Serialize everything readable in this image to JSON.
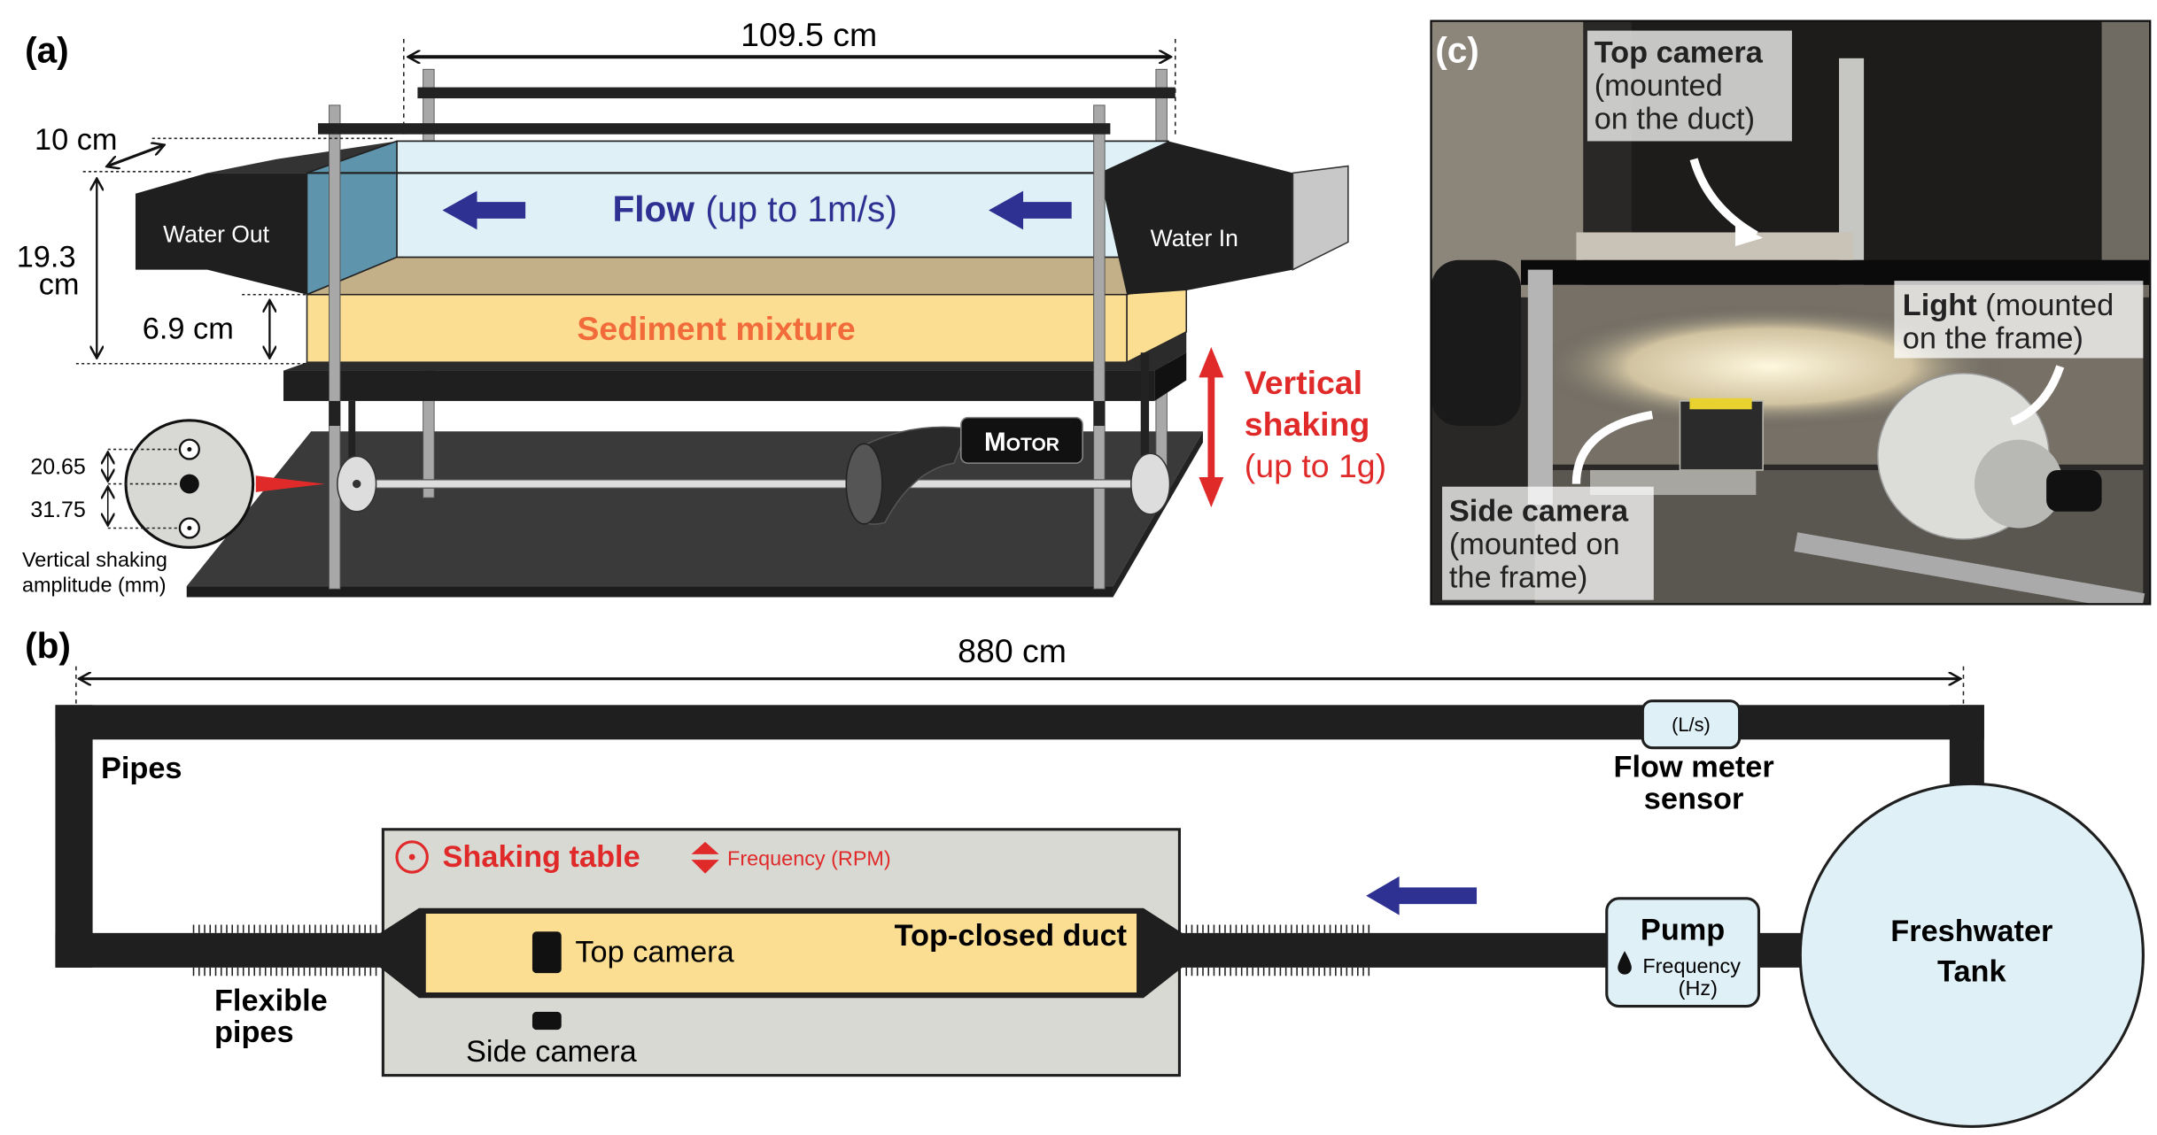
{
  "panel_a": {
    "label": "(a)",
    "length": "109.5 cm",
    "width": "10 cm",
    "height_line1": "19.3",
    "height_line2": "cm",
    "sediment_depth": "6.9 cm",
    "water_out": "Water Out",
    "water_in": "Water In",
    "flow_bold": "Flow",
    "flow_detail": "(up to 1m/s)",
    "sediment": "Sediment mixture",
    "motor": "Motor",
    "shaking_line1": "Vertical",
    "shaking_line2": "shaking",
    "shaking_line3": "(up to 1g)",
    "amp_1": "20.65",
    "amp_2": "31.75",
    "amp_caption_1": "Vertical shaking",
    "amp_caption_2": "amplitude (mm)"
  },
  "panel_b": {
    "label": "(b)",
    "length": "880 cm",
    "pipes": "Pipes",
    "flexible_1": "Flexible",
    "flexible_2": "pipes",
    "shaking_table": "Shaking table",
    "frequency_rpm": "Frequency (RPM)",
    "duct": "Top-closed duct",
    "top_camera": "Top camera",
    "side_camera": "Side camera",
    "flow_meter_unit": "(L/s)",
    "flow_meter_1": "Flow meter",
    "flow_meter_2": "sensor",
    "pump": "Pump",
    "pump_freq_1": "Frequency",
    "pump_freq_2": "(Hz)",
    "tank_1": "Freshwater",
    "tank_2": "Tank"
  },
  "panel_c": {
    "label": "(c)",
    "top_camera_bold": "Top camera",
    "top_camera_2": "(mounted",
    "top_camera_3": "on the duct)",
    "light_bold": "Light",
    "light_1": " (mounted",
    "light_2": "on the frame)",
    "side_camera_bold": "Side camera",
    "side_camera_2": "(mounted on",
    "side_camera_3": "the frame)"
  },
  "colors": {
    "flow_blue": "#2e3192",
    "sediment_orange": "#f26b3a",
    "shaking_red": "#e02a2a",
    "water": "#dff0f7",
    "sediment_fill": "#fbde92",
    "table_gray": "#d9d9d4"
  }
}
